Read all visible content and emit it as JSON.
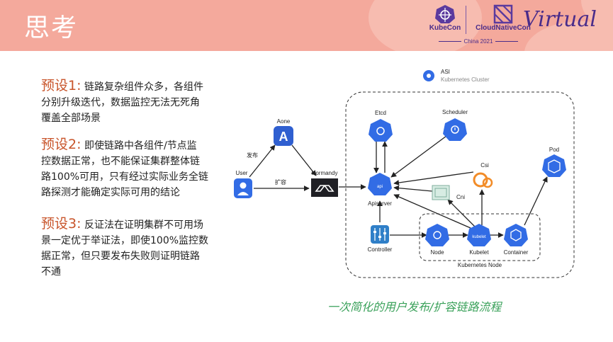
{
  "header": {
    "title": "思考",
    "kubecon": "KubeCon",
    "cloudnative": "CloudNativeCon",
    "china": "China 2021",
    "virtual": "Virtual"
  },
  "premises": [
    {
      "label": "预设1:",
      "lines": [
        "链路复杂组件众多，各组件",
        "分别升级迭代，数据监控无法无死角",
        "覆盖全部场景"
      ]
    },
    {
      "label": "预设2:",
      "lines": [
        "即使链路中各组件/节点监",
        "控数据正常，也不能保证集群整体链",
        "路100%可用，只有经过实际业务全链",
        "路探测才能确定实际可用的结论"
      ]
    },
    {
      "label": "预设3:",
      "lines": [
        "反证法在证明集群不可用场",
        "景一定优于举证法，即使100%监控数",
        "据正常，但只要发布失败则证明链路",
        "不通"
      ]
    }
  ],
  "diagram": {
    "cluster_name": "ASI",
    "cluster_sub": "Kubernetes Cluster",
    "nodes": {
      "user": "User",
      "aone": "Aone",
      "normandy": "Normandy",
      "etcd": "Etcd",
      "scheduler": "Scheduler",
      "apiserver": "Apiserver",
      "csi": "Csi",
      "cni": "Cni",
      "pod": "Pod",
      "controller": "Controller",
      "node": "Node",
      "kubelet": "Kubelet",
      "container": "Container",
      "k8s_node": "Kubernetes Node"
    },
    "edges": {
      "publish": "发布",
      "scale": "扩容"
    }
  },
  "caption": "一次简化的用户发布/扩容链路流程",
  "colors": {
    "header_bg": "#f4a99c",
    "k8s_blue": "#326ce5",
    "label_orange": "#c8542a",
    "caption_green": "#3aa15a",
    "brand_purple": "#4a2c8a"
  }
}
